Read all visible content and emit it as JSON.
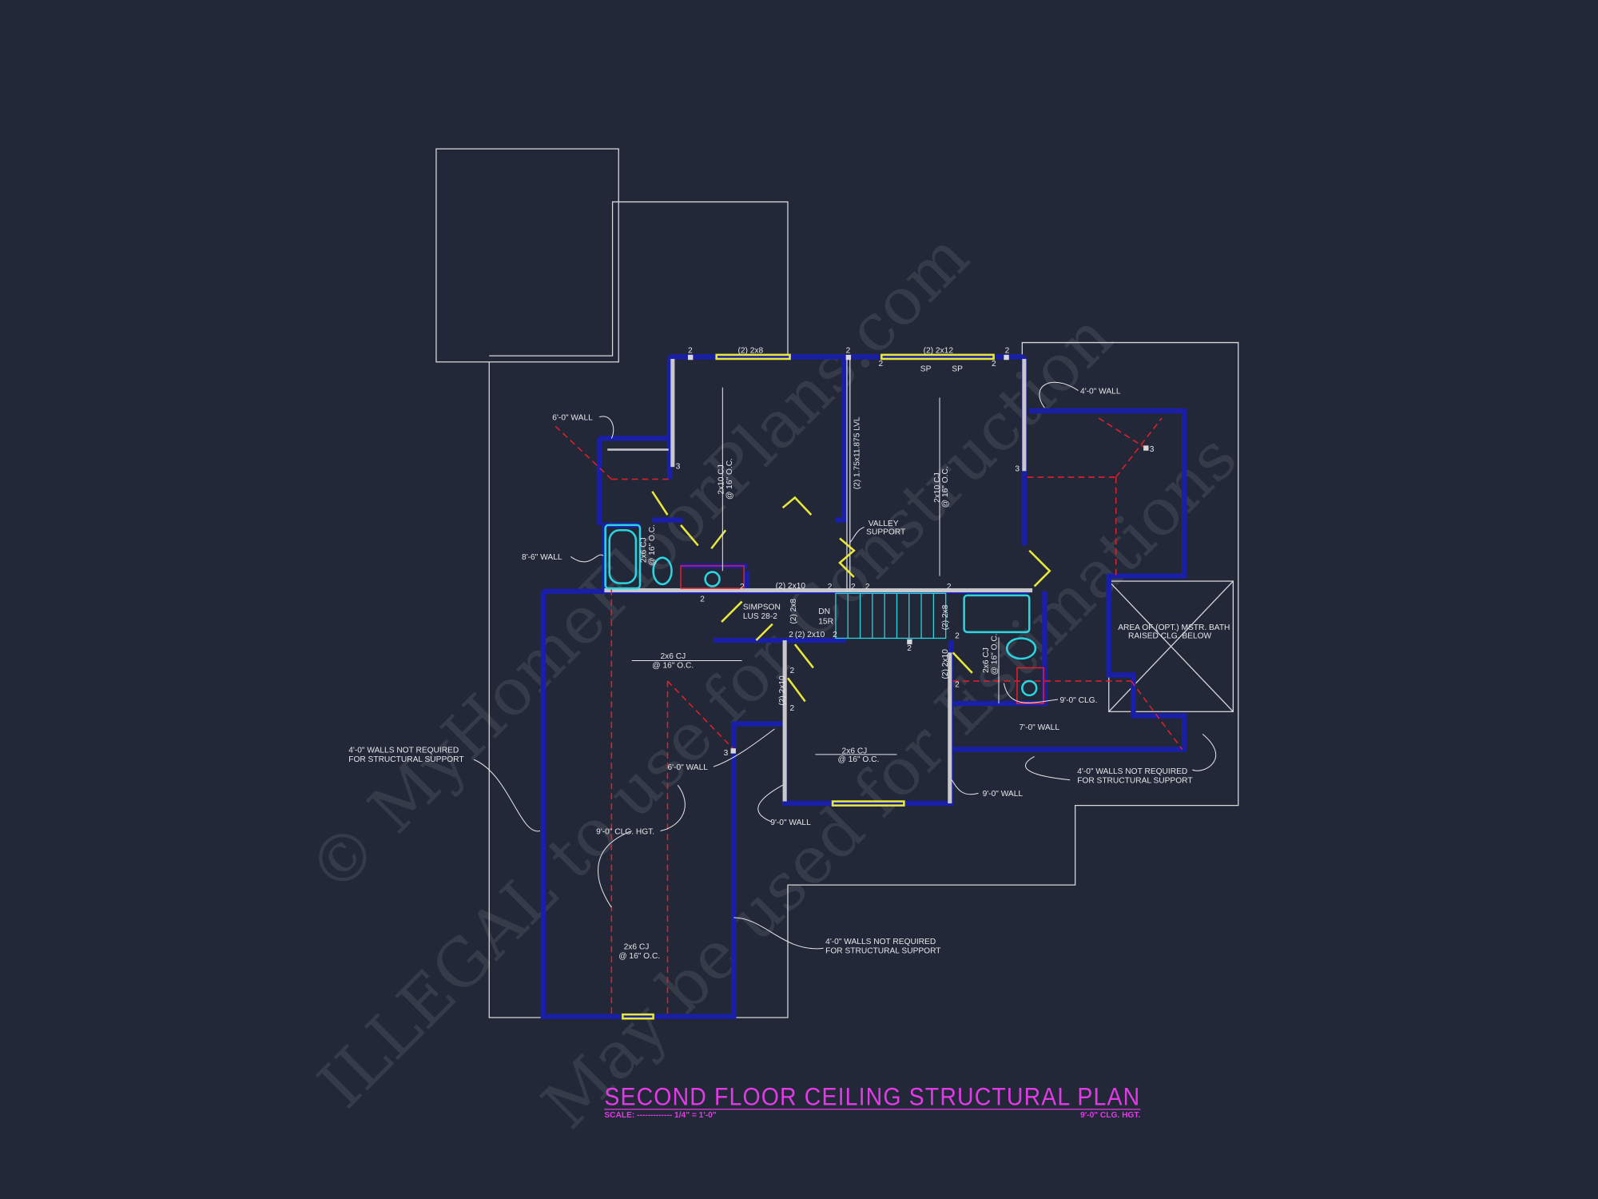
{
  "title": "SECOND FLOOR CEILING STRUCTURAL PLAN",
  "scale_label": "SCALE: ------------- 1/4\" = 1'-0\"",
  "ceiling_height": "9'-0\" CLG. HGT.",
  "watermarks": [
    "© MyHomeFloorPlans.com",
    "ILLEGAL to use for Construction",
    "May be used for Estimations"
  ],
  "colors": {
    "background": "#232838",
    "walls": "#1a1fa8",
    "title": "#e23ae6",
    "beams": "#e8e83a",
    "fixtures": "#2ad4e0",
    "hip_lines": "#e0202a"
  },
  "labels": {
    "beam_2x8_top": "(2) 2x8",
    "beam_2x12_top": "(2) 2x12",
    "sp1": "SP",
    "sp2": "SP",
    "wall_4_top": "4'-0\" WALL",
    "wall_6_top": "6'-0\" WALL",
    "cj_left_room_1": "2x10 CJ",
    "cj_left_room_2": "@ 16\" O.C.",
    "lvl": "(2) 1.75x11.875 LVL",
    "cj_mid_room_1": "2x10 CJ",
    "cj_mid_room_2": "@ 16\" O.C.",
    "valley_1": "VALLEY",
    "valley_2": "SUPPORT",
    "wall_8_6": "8'-6\" WALL",
    "cj_bath_1": "2x6 CJ",
    "cj_bath_2": "@ 16\" O.C.",
    "beam_2x10_a": "(2) 2x10",
    "simpson_1": "SIMPSON",
    "simpson_2": "LUS 28-2",
    "beam_2x8_v": "(2) 2x8",
    "stair_1": "DN",
    "stair_2": "15R",
    "beam_2x10_b": "(2) 2x10",
    "beam_2x8_v2": "(2) 2x8",
    "cj_hall_1": "2x6 CJ",
    "cj_hall_2": "@ 16\" O.C.",
    "beam_2x10_v1": "(2) 2x10",
    "beam_2x10_v2": "(2) 2x10",
    "cj_bath2_1": "2x6 CJ",
    "cj_bath2_2": "@ 16\" O.C.",
    "mstr_1": "AREA OF (OPT.) MSTR. BATH",
    "mstr_2": "RAISED CLG. BELOW",
    "clg_9": "9'-0\" CLG.",
    "wall_7": "7'-0\" WALL",
    "not_req_left_1": "4'-0\" WALLS NOT REQUIRED",
    "not_req_left_2": "FOR STRUCTURAL SUPPORT",
    "not_req_right_1": "4'-0\" WALLS NOT REQUIRED",
    "not_req_right_2": "FOR STRUCTURAL SUPPORT",
    "not_req_bottom_1": "4'-0\" WALLS NOT REQUIRED",
    "not_req_bottom_2": "FOR STRUCTURAL SUPPORT",
    "wall_6_mid": "6'-0\" WALL",
    "cj_bed_1": "2x6 CJ",
    "cj_bed_2": "@ 16\" O.C.",
    "wall_9_right": "9'-0\" WALL",
    "wall_9_left": "9'-0\" WALL",
    "clg_hgt_left": "9'-0\" CLG. HGT.",
    "cj_bonus_1": "2x6 CJ",
    "cj_bonus_2": "@ 16\" O.C."
  },
  "post_marks": [
    "2",
    "2",
    "2",
    "2",
    "2",
    "2",
    "3",
    "3",
    "3",
    "2",
    "2",
    "2",
    "2",
    "2",
    "3",
    "2",
    "2",
    "2",
    "2",
    "2",
    "2",
    "2",
    "3"
  ]
}
